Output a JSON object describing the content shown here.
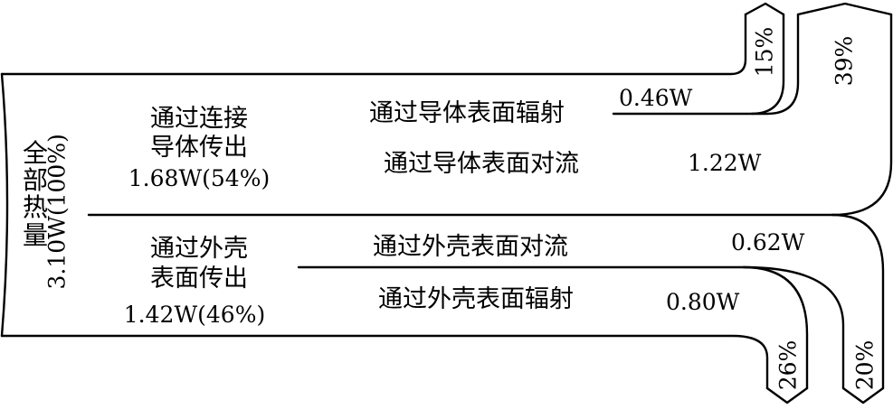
{
  "diagram": {
    "total": {
      "label": "全部热量",
      "value": "3.10W(100%)"
    },
    "branches": [
      {
        "title_line1": "通过连接",
        "title_line2": "导体传出",
        "value": "1.68W(54%)"
      },
      {
        "title_line1": "通过外壳",
        "title_line2": "表面传出",
        "value": "1.42W(46%)"
      }
    ],
    "flows": [
      {
        "label": "通过导体表面辐射",
        "value": "0.46W",
        "percent": "15%"
      },
      {
        "label": "通过导体表面对流",
        "value": "1.22W",
        "percent": "39%"
      },
      {
        "label": "通过外壳表面对流",
        "value": "0.62W",
        "percent": "20%"
      },
      {
        "label": "通过外壳表面辐射",
        "value": "0.80W",
        "percent": "26%"
      }
    ],
    "colors": {
      "line": "#000000",
      "background": "#ffffff"
    }
  }
}
